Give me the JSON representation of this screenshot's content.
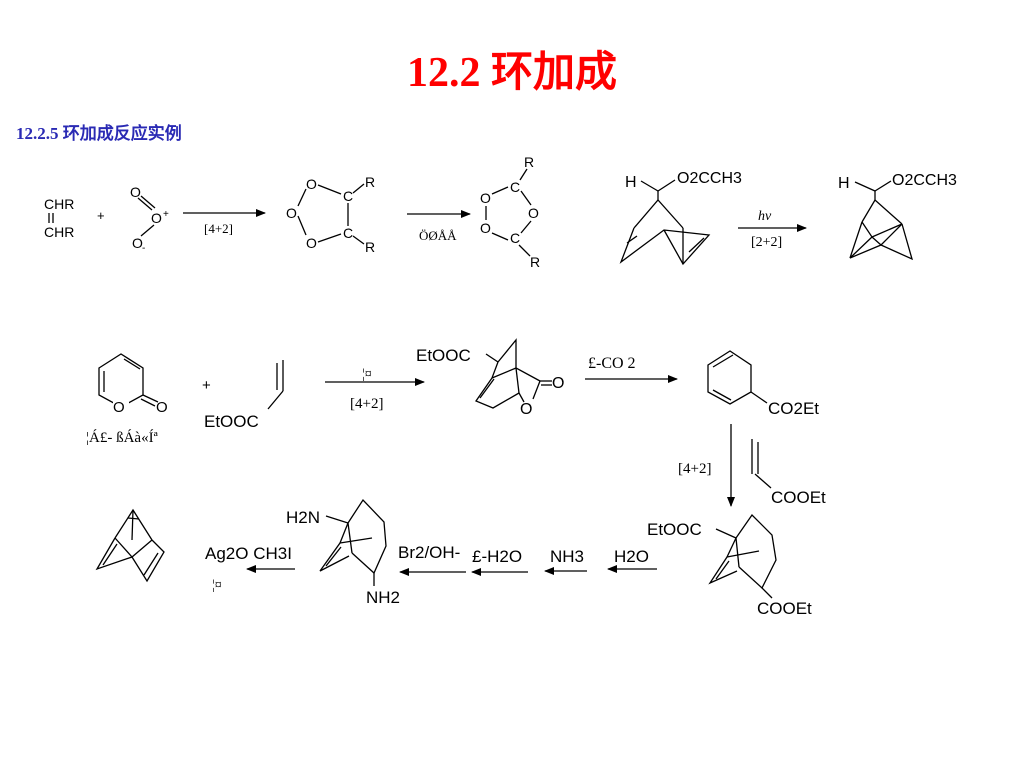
{
  "title": "12.2   环加成",
  "subtitle": "12.2.5   环加成反应实例",
  "row1": {
    "ozonolysis": {
      "chr1": "CHR",
      "chr2": "CHR",
      "plus": "+",
      "ozone_o1": "O",
      "ozone_o2": "O",
      "ozone_o3": "O",
      "arrow1_label": "[4+2]",
      "molozonide_c1": "C",
      "molozonide_c2": "C",
      "molozonide_r1": "R",
      "molozonide_r2": "R",
      "molozonide_o": "O",
      "arrow2_label": "ÖØÅÅ",
      "ozonide_c1": "C",
      "ozonide_c2": "C",
      "ozonide_r1": "R",
      "ozonide_r2": "R",
      "ozonide_o": "O"
    },
    "photo": {
      "h": "H",
      "ester": "O2CCH3",
      "arrow_top": "hv",
      "arrow_bottom": "[2+2]"
    }
  },
  "row2": {
    "pyrone_label": "¦Á£- ßÁà«Íª",
    "pyrone_o": "O",
    "plus": "+",
    "acrylate": "EtOOC",
    "arrow1_top": "¦¤",
    "arrow1_bottom": "[4+2]",
    "adduct_ester": "EtOOC",
    "adduct_o": "O",
    "arrow2_label": "£-CO 2",
    "diene_ester": "CO2Et",
    "down_arrow_label": "[4+2]",
    "dienophile": "COOEt",
    "adduct2_ester1": "EtOOC",
    "adduct2_ester2": "COOEt"
  },
  "row3": {
    "reagent_h2o": "H2O",
    "reagent_nh3": "NH3",
    "reagent_dehydrate": "£-H2O",
    "reagent_br2": "Br2/OH-",
    "diamine_top": "H2N",
    "diamine_bottom": "NH2",
    "reagent_ag2o": "Ag2O CH3I",
    "reagent_heat": "¦¤"
  }
}
